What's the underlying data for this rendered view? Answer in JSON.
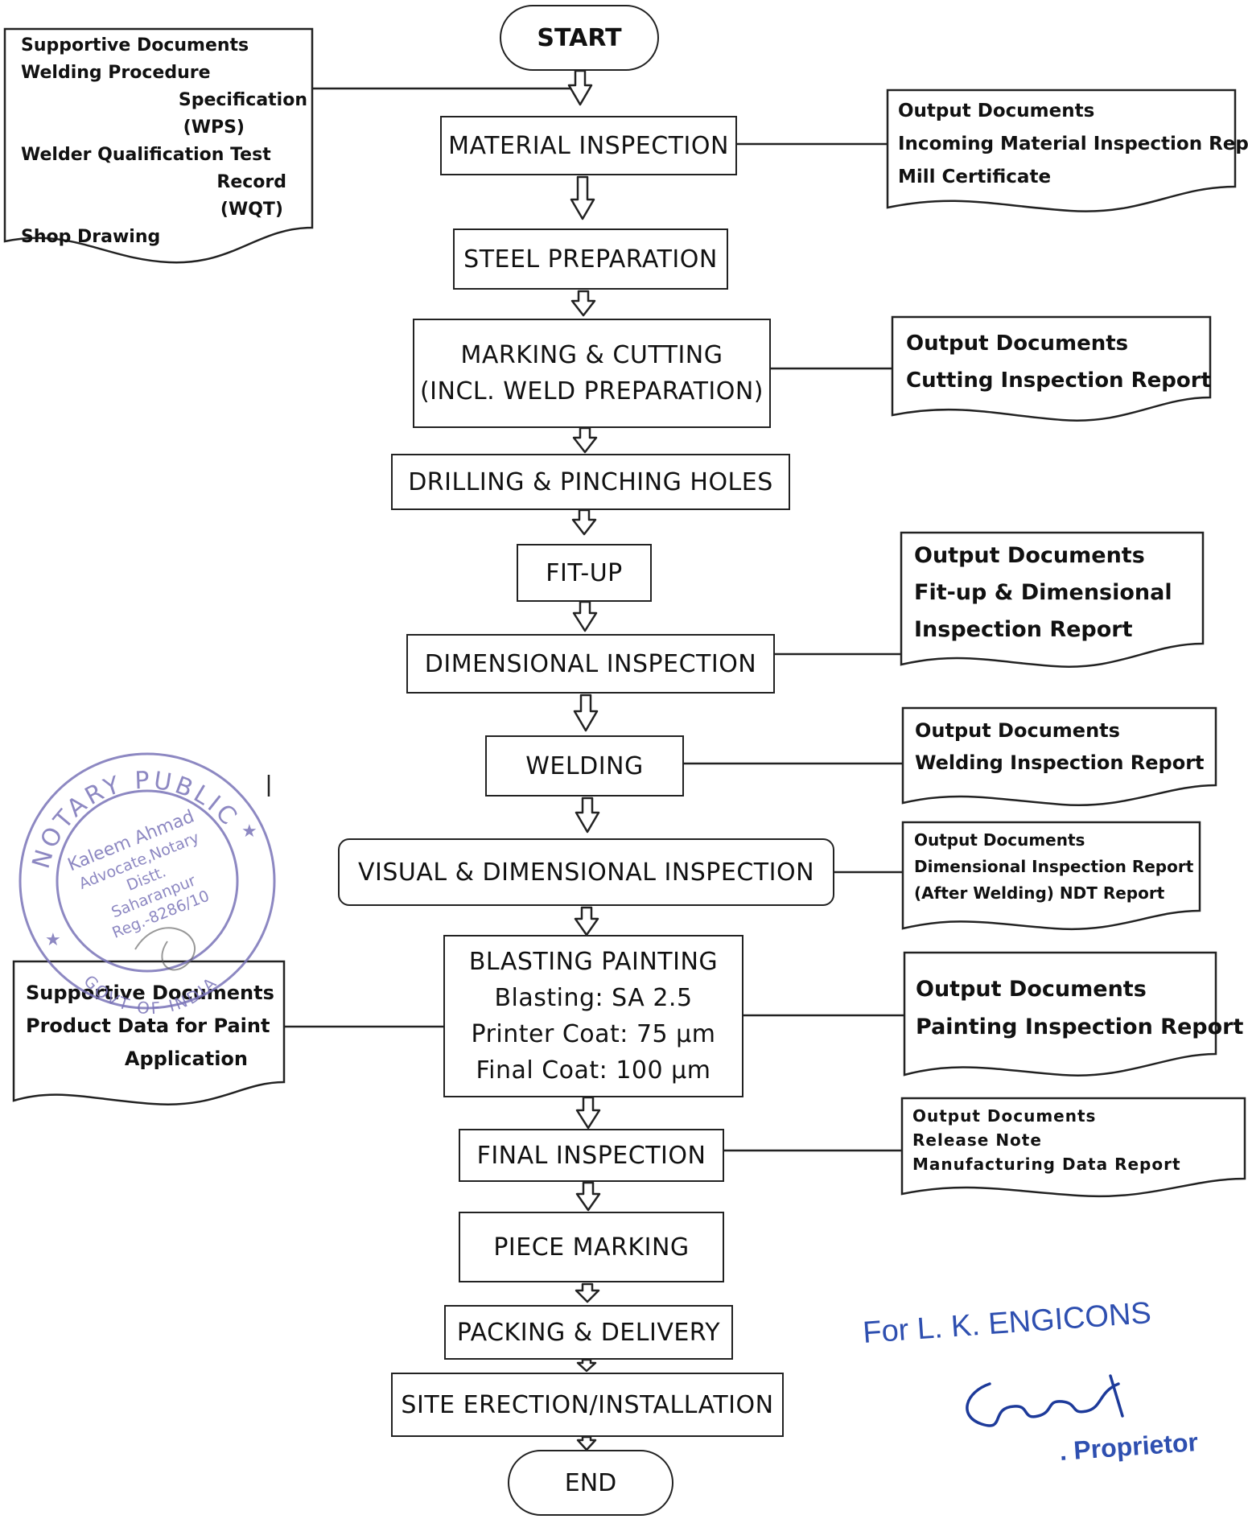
{
  "flow": {
    "start": "START",
    "material_inspection": "MATERIAL INSPECTION",
    "steel_preparation": "STEEL PREPARATION",
    "marking_cutting": [
      "MARKING & CUTTING",
      "(INCL. WELD PREPARATION)"
    ],
    "drilling": "DRILLING & PINCHING HOLES",
    "fit_up": "FIT-UP",
    "dimensional_inspection": "DIMENSIONAL INSPECTION",
    "welding": "WELDING",
    "visual_dimensional": "VISUAL & DIMENSIONAL INSPECTION",
    "blasting_painting": [
      "BLASTING PAINTING",
      "Blasting: SA 2.5",
      "Printer Coat: 75 µm",
      "Final Coat: 100 µm"
    ],
    "final_inspection": "FINAL INSPECTION",
    "piece_marking": "PIECE MARKING",
    "packing_delivery": "PACKING & DELIVERY",
    "site_erection": "SITE ERECTION/INSTALLATION",
    "end": "END"
  },
  "documents": {
    "supportive_top": [
      "Supportive Documents",
      "Welding Procedure",
      "Specification",
      "(WPS)",
      "Welder Qualification Test",
      "Record",
      "(WQT)",
      "Shop Drawing"
    ],
    "output_material": [
      "Output Documents",
      "Incoming Material Inspection Report",
      "Mill Certificate"
    ],
    "output_cutting": [
      "Output Documents",
      "Cutting Inspection Report"
    ],
    "output_fitup": [
      "Output Documents",
      "Fit-up & Dimensional",
      "Inspection Report"
    ],
    "output_welding": [
      "Output Documents",
      "Welding Inspection Report"
    ],
    "output_visual": [
      "Output Documents",
      "Dimensional Inspection Report",
      "(After Welding) NDT Report"
    ],
    "supportive_paint": [
      "Supportive Documents",
      "Product Data for Paint",
      "Application"
    ],
    "output_painting": [
      "Output Documents",
      "Painting Inspection Report"
    ],
    "output_final": [
      "Output Documents",
      "Release Note",
      "Manufacturing Data Report"
    ]
  },
  "stamp": {
    "top_text": "NOTARY PUBLIC",
    "lines": [
      "Kaleem Ahmad",
      "Advocate,Notary",
      "Distt.",
      "Saharanpur",
      "Reg.-8286/10"
    ],
    "bottom_text": "GOVT OF INDIA"
  },
  "signature": {
    "company": "For L. K. ENGICONS",
    "signed_name": "Sameer",
    "title": ". Proprietor"
  },
  "colors": {
    "line": "#222222",
    "stamp": "#7a74b8",
    "signature": "#2e4fb0"
  }
}
